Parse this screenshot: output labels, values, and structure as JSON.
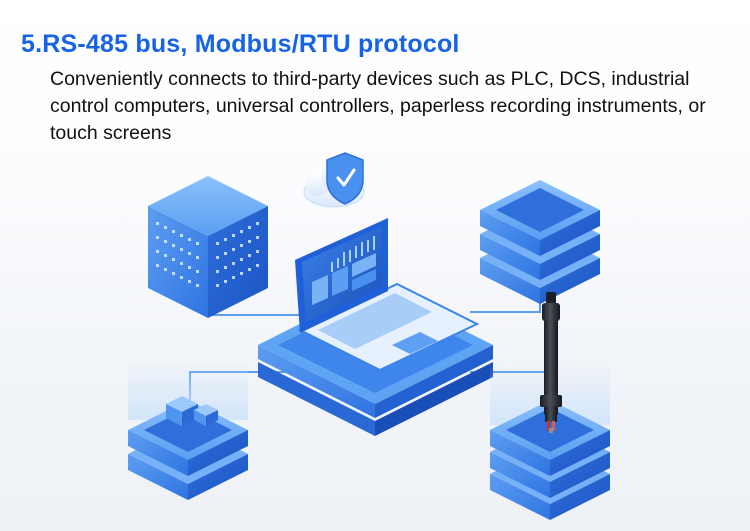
{
  "heading": {
    "title": "5.RS-485 bus, Modbus/RTU protocol",
    "description": "Conveniently connects to third-party devices such as PLC, DCS, industrial control computers, universal controllers, paperless recording instruments, or touch screens"
  },
  "colors": {
    "title": "#1763e8",
    "text": "#111111",
    "blue_dark": "#1f5fd8",
    "blue_mid": "#3d86ec",
    "blue_light": "#7db5f7",
    "blue_pale": "#cfe3fb",
    "line": "#4f95ee"
  },
  "icons": [
    "cloud-shield-check-icon",
    "network-node-lines"
  ]
}
